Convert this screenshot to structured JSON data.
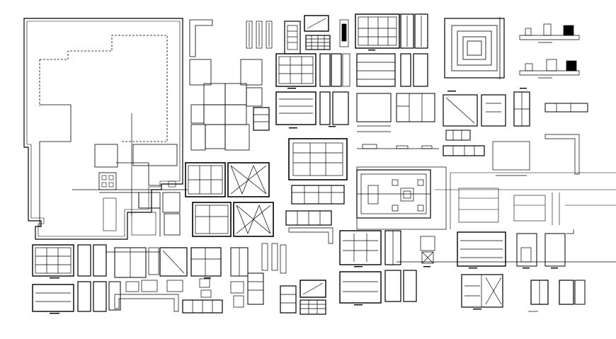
{
  "canvas": {
    "background": "#ffffff",
    "line_color": "#000000",
    "dash_color": "#111111"
  },
  "drawing": {
    "site_plan": {
      "has_dashed_setback": true,
      "has_crosshair": true
    },
    "wardrobe_elevations": {
      "count": 16
    },
    "ceiling_plans": {
      "count": 2
    },
    "door_elevations": {
      "count": 6
    },
    "small_details": {
      "count": 24
    }
  }
}
